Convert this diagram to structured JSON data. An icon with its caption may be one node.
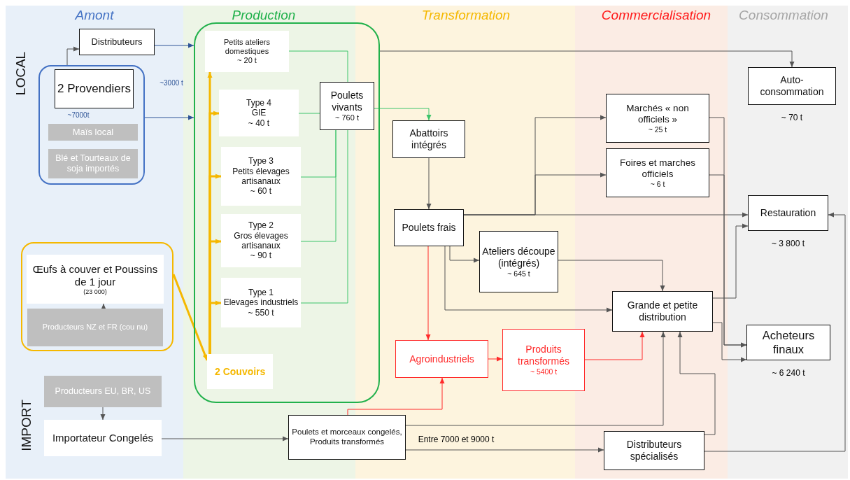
{
  "diagram": {
    "nodes": [
      {
        "text": [],
        "shape": "box"
      },
      {
        "text": [
          "2 Provendiers"
        ],
        "in": 0
      },
      {
        "text": [
          "Maïs local"
        ],
        "in": 0
      },
      {
        "text": [
          "Blé et Tourteaux de soja importés"
        ],
        "in": 0
      },
      {
        "text": [
          "Distributeurs"
        ]
      },
      {
        "text": [],
        "shape": "box"
      },
      {
        "text": [
          "Petits ateliers domestiques",
          "~ 20 t"
        ],
        "in": 5
      },
      {
        "text": [
          "Type 4",
          "GIE",
          "~ 40 t"
        ],
        "in": 5
      },
      {
        "text": [
          "Type 3",
          "Petits élevages artisanaux",
          "~ 60 t"
        ],
        "in": 5
      },
      {
        "text": [
          "Type 2",
          "Gros élevages artisanaux",
          "~ 90 t"
        ],
        "in": 5
      },
      {
        "text": [
          "Type 1",
          "Elevages industriels",
          "~ 550 t"
        ],
        "in": 5
      },
      {
        "text": [
          "Poulets vivants",
          "~ 760 t"
        ],
        "in": 5
      },
      {
        "text": [
          "2 Couvoirs"
        ],
        "in": 5
      },
      {
        "text": [],
        "shape": "box"
      },
      {
        "text": [
          "Œufs à couver et Poussins de 1 jour",
          "(23 000)"
        ],
        "in": 13
      },
      {
        "text": [
          "Producteurs NZ et FR (cou nu)"
        ],
        "in": 13
      },
      {
        "text": [
          "Producteurs EU, BR, US"
        ]
      },
      {
        "text": [
          "Importateur Congelés"
        ]
      },
      {
        "text": [
          "Poulets et morceaux congelés, Produits transformés"
        ]
      },
      {
        "text": [
          "Abattoirs intégrés"
        ]
      },
      {
        "text": [
          "Poulets frais"
        ]
      },
      {
        "text": [
          "Ateliers découpe (intégrés)",
          "~ 645 t"
        ]
      },
      {
        "text": [
          "Agroindustriels"
        ]
      },
      {
        "text": [
          "Produits transformés",
          "~ 5400 t"
        ]
      },
      {
        "text": [
          "Marchés « non officiels »",
          "~ 25 t"
        ]
      },
      {
        "text": [
          "Foires et marches officiels",
          "~ 6 t"
        ]
      },
      {
        "text": [
          "Grande et petite distribution"
        ]
      },
      {
        "text": [
          "Distributeurs spécialisés"
        ]
      },
      {
        "text": [
          "Auto-consommation"
        ],
        "beside": [
          "~ 70 t"
        ]
      },
      {
        "text": [
          "Restauration"
        ],
        "beside": [
          "~ 3 800 t"
        ]
      },
      {
        "text": [
          "Acheteurs finaux"
        ],
        "beside": [
          "~ 6 240 t"
        ]
      }
    ],
    "edges": [
      {
        "from": 0,
        "to": 4,
        "arrow": "to"
      },
      {
        "from": 4,
        "to": 5,
        "arrow": "to",
        "color": "#2f5597"
      },
      {
        "from": 0,
        "to": 5,
        "arrow": "to",
        "color": "#2f5597"
      },
      {
        "from": 5,
        "to": 28,
        "arrow": "to"
      },
      {
        "from": 6,
        "to": 11,
        "arrow": "none",
        "color": "#3cc46a"
      },
      {
        "from": 7,
        "to": 11,
        "arrow": "none",
        "color": "#3cc46a"
      },
      {
        "from": 8,
        "to": 11,
        "arrow": "none",
        "color": "#3cc46a"
      },
      {
        "from": 9,
        "to": 11,
        "arrow": "none",
        "color": "#3cc46a"
      },
      {
        "from": 10,
        "to": 11,
        "arrow": "none",
        "color": "#3cc46a"
      },
      {
        "from": 11,
        "to": 19,
        "arrow": "to",
        "color": "#3cc46a"
      },
      {
        "from": 12,
        "to": 6,
        "arrow": "to",
        "style": "thick",
        "color": "#f5b800"
      },
      {
        "from": 12,
        "to": 7,
        "arrow": "to",
        "style": "thick",
        "color": "#f5b800"
      },
      {
        "from": 12,
        "to": 8,
        "arrow": "to",
        "style": "thick",
        "color": "#f5b800"
      },
      {
        "from": 12,
        "to": 9,
        "arrow": "to",
        "style": "thick",
        "color": "#f5b800"
      },
      {
        "from": 12,
        "to": 10,
        "arrow": "to",
        "style": "thick",
        "color": "#f5b800"
      },
      {
        "from": 13,
        "to": 12,
        "arrow": "to",
        "style": "thick",
        "color": "#f5b800"
      },
      {
        "from": 15,
        "to": 14,
        "arrow": "to"
      },
      {
        "from": 16,
        "to": 17,
        "arrow": "to"
      },
      {
        "from": 17,
        "to": 18,
        "arrow": "to"
      },
      {
        "from": 19,
        "to": 20,
        "arrow": "to"
      },
      {
        "from": 20,
        "to": 24,
        "arrow": "to"
      },
      {
        "from": 20,
        "to": 25,
        "arrow": "to"
      },
      {
        "from": 20,
        "to": 29,
        "arrow": "to"
      },
      {
        "from": 20,
        "to": 21,
        "arrow": "to"
      },
      {
        "from": 20,
        "to": 26,
        "arrow": "to"
      },
      {
        "from": 20,
        "to": 22,
        "arrow": "to",
        "color": "#ff2a2a"
      },
      {
        "from": 22,
        "to": 23,
        "arrow": "to",
        "color": "#ff2a2a"
      },
      {
        "from": 23,
        "to": 26,
        "arrow": "to",
        "color": "#ff2a2a"
      },
      {
        "from": 21,
        "to": 26,
        "arrow": "to"
      },
      {
        "from": 18,
        "to": 22,
        "arrow": "to",
        "color": "#ff2a2a"
      },
      {
        "from": 18,
        "to": 26,
        "arrow": "to"
      },
      {
        "from": 18,
        "to": 27,
        "arrow": "to",
        "label": "Entre 7000 et 9000 t"
      },
      {
        "from": 27,
        "to": 26,
        "arrow": "to"
      },
      {
        "from": 27,
        "to": 29,
        "arrow": "to"
      },
      {
        "from": 24,
        "to": 30,
        "arrow": "to"
      },
      {
        "from": 25,
        "to": 30,
        "arrow": "to"
      },
      {
        "from": 26,
        "to": 29,
        "arrow": "to"
      },
      {
        "from": 26,
        "to": 30,
        "arrow": "to"
      }
    ],
    "labels": [
      "Amont",
      "Production",
      "Transformation",
      "Commercialisation",
      "Consommation",
      "LOCAL",
      "~3000 t",
      "~7000t",
      "IMPORT"
    ]
  }
}
